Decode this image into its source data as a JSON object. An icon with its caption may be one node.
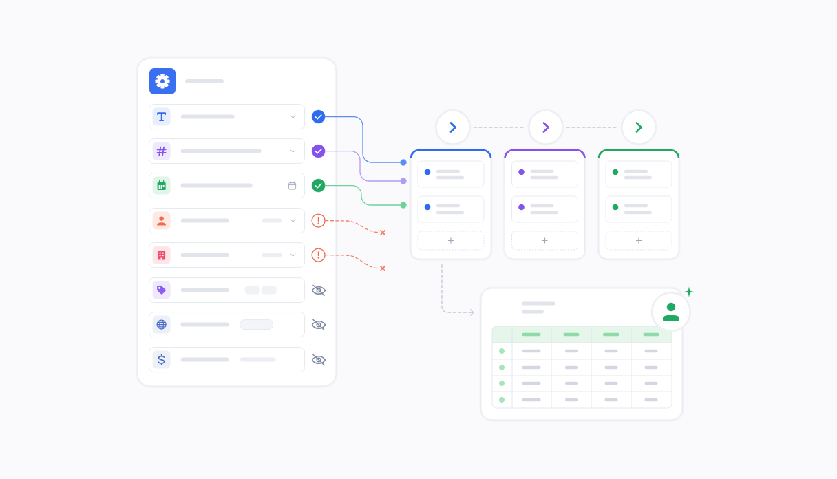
{
  "diagram": {
    "nodes": [
      {
        "text": [],
        "shape": "box"
      },
      {
        "text": [],
        "shape": "box",
        "in": 0
      },
      {
        "text": [],
        "shape": "box",
        "in": 0
      },
      {
        "text": [],
        "shape": "box",
        "in": 0
      },
      {
        "text": [],
        "shape": "box",
        "in": 0
      },
      {
        "text": [],
        "shape": "box",
        "in": 0
      },
      {
        "text": [],
        "shape": "box",
        "in": 0
      },
      {
        "text": [],
        "shape": "box",
        "in": 0
      },
      {
        "text": [],
        "shape": "box",
        "in": 0
      },
      {
        "text": [],
        "shape": "circle",
        "in": 0
      },
      {
        "text": [],
        "shape": "circle",
        "in": 0
      },
      {
        "text": [],
        "shape": "circle",
        "in": 0
      },
      {
        "text": [],
        "shape": "circle",
        "in": 0
      },
      {
        "text": [],
        "shape": "circle",
        "in": 0
      },
      {
        "text": [],
        "shape": "circle"
      },
      {
        "text": [],
        "shape": "circle"
      },
      {
        "text": [],
        "shape": "circle"
      },
      {
        "text": [],
        "shape": "box"
      },
      {
        "text": [],
        "shape": "box"
      },
      {
        "text": [],
        "shape": "box"
      },
      {
        "text": [],
        "shape": "box"
      },
      {
        "text": [],
        "shape": "circle"
      },
      {
        "text": [],
        "shape": "circle"
      },
      {
        "text": [],
        "shape": "circle"
      },
      {
        "text": [],
        "shape": "circle"
      }
    ],
    "edges": [
      {
        "from": 9,
        "to": 22,
        "arrow": "none",
        "color": "#5b8ef0"
      },
      {
        "from": 10,
        "to": 23,
        "arrow": "none",
        "color": "#b39bf5"
      },
      {
        "from": 11,
        "to": 24,
        "arrow": "none",
        "color": "#6fd29b"
      },
      {
        "from": 12,
        "to": null,
        "arrow": "other",
        "style": "dashed",
        "color": "#f47c60"
      },
      {
        "from": 13,
        "to": null,
        "arrow": "other",
        "style": "dashed",
        "color": "#f47c60"
      },
      {
        "from": 14,
        "to": 15,
        "arrow": "none",
        "style": "dashed"
      },
      {
        "from": 15,
        "to": 16,
        "arrow": "none",
        "style": "dashed"
      },
      {
        "from": 17,
        "to": 20,
        "arrow": "to",
        "style": "dashed"
      }
    ]
  }
}
